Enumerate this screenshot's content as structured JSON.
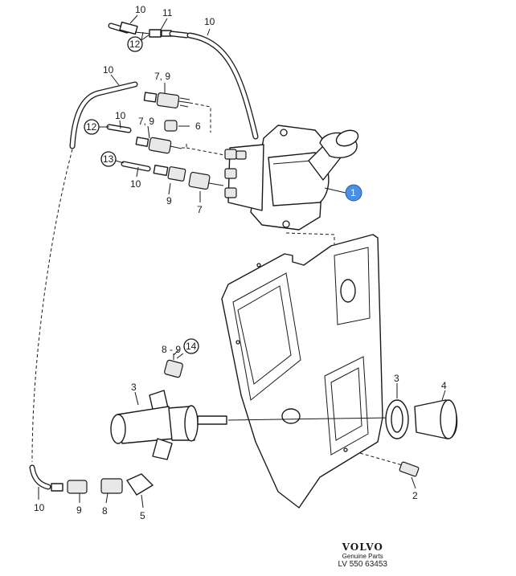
{
  "callouts": {
    "c10a": "10",
    "c11": "11",
    "c12a": "12",
    "c10b": "10",
    "c10c": "10",
    "c79a": "7, 9",
    "c10d": "10",
    "c12b": "12",
    "c79b": "7, 9",
    "c6": "6",
    "c13": "13",
    "c10e": "10",
    "c9a": "9",
    "c7": "7",
    "c1": "1",
    "c89": "8 - 9",
    "c14": "14",
    "c3a": "3",
    "c3b": "3",
    "c4": "4",
    "c10f": "10",
    "c9b": "9",
    "c8": "8",
    "c5": "5",
    "c2": "2"
  },
  "brand": {
    "name": "VOLVO",
    "subtitle": "Genuine Parts",
    "reference": "LV 550 63453"
  },
  "colors": {
    "line": "#1a1a1a",
    "highlight": "#4a90e2"
  }
}
